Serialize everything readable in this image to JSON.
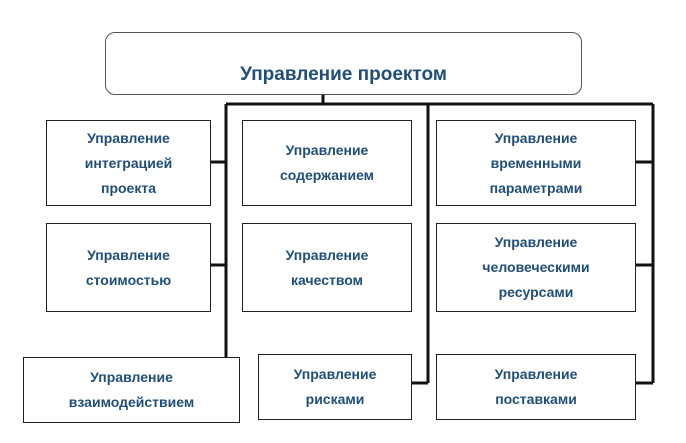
{
  "title": "Управление проектом",
  "boxes": {
    "integration": "Управление\nинтеграцией\nпроекта",
    "scope": "Управление\nсодержанием",
    "time": "Управление\nвременными\nпараметрами",
    "cost": "Управление\nстоимостью",
    "quality": "Управление\nкачеством",
    "hr": "Управление\nчеловеческими\nресурсами",
    "communications": "Управление\nвзаимодействием",
    "risk": "Управление\nрисками",
    "procurement": "Управление\nпоставками"
  },
  "colors": {
    "text": "#1f4e79",
    "lines": "#111111"
  }
}
